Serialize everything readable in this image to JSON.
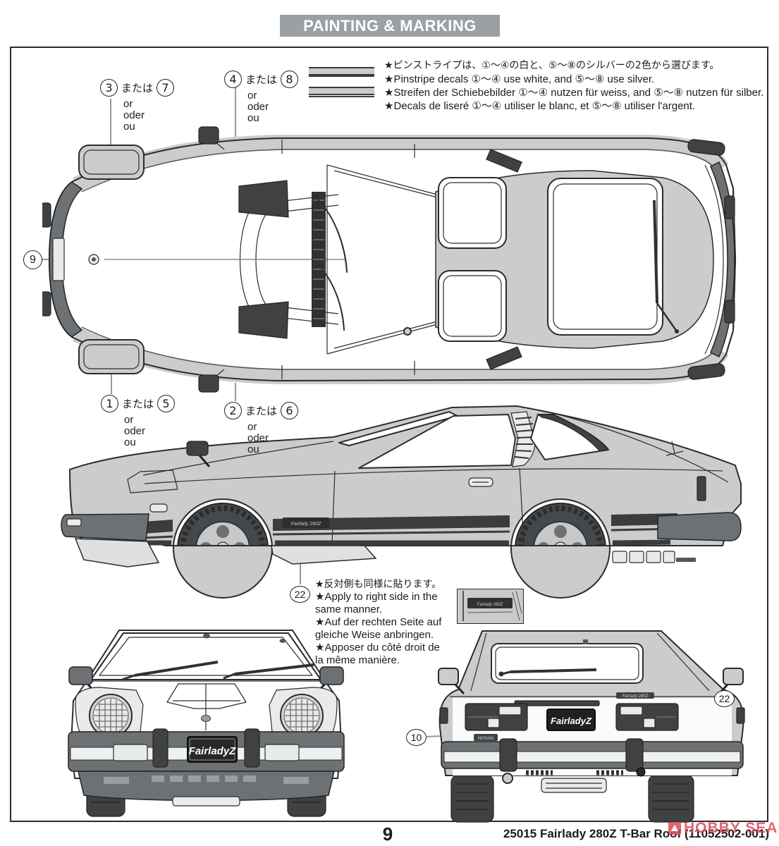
{
  "header": {
    "title": "PAINTING & MARKING"
  },
  "pinstripe_note": {
    "jp": "★ピンストライプは、①～④の白と、⑤～⑧のシルバーの2色から選びます。",
    "en": "★Pinstripe decals ①～④ use white, and ⑤～⑧ use silver.",
    "de": "★Streifen der Schiebebilder ①～④ nutzen für weiss, and ⑤～⑧ nutzen für silber.",
    "fr": "★Decals de liseré ①～④ utiliser le blanc, et ⑤～⑧ utiliser l'argent."
  },
  "callouts": {
    "mid": "または",
    "alt_or": "or",
    "alt_oder": "oder",
    "alt_ou": "ou",
    "c37a": "3",
    "c37b": "7",
    "c48a": "4",
    "c48b": "8",
    "c15a": "1",
    "c15b": "5",
    "c26a": "2",
    "c26b": "6",
    "c9": "9",
    "c22": "22",
    "c10": "10"
  },
  "apply_note": {
    "l1": "★反対側も同様に貼ります。",
    "l2": "★Apply to right side in the",
    "l3": "same manner.",
    "l4": "★Auf der rechten Seite auf",
    "l5": "gleiche Weise anbringen.",
    "l6": "★Apposer du côté droit de",
    "l7": "la même manière."
  },
  "car_text": {
    "front_plate": "FairladyZ",
    "rear_plate": "FairladyZ",
    "side_badge": "Fairlady 280Z",
    "rear_badge": "Fairlady 280Z",
    "detail_badge": "Fairlady 280Z",
    "nissan": "NISSAN"
  },
  "footer": {
    "page": "9",
    "product": "25015 Fairlady 280Z T-Bar Roof (11052502-001)",
    "watermark": "HOBBY SEARCH"
  },
  "colors": {
    "header_bg": "#9aa0a3",
    "outline": "#2b2c2e",
    "body_gray": "#cacccd",
    "dark_trim": "#3f4143",
    "bumper_gray": "#6e7173",
    "watermark_red": "#de4b5a"
  }
}
